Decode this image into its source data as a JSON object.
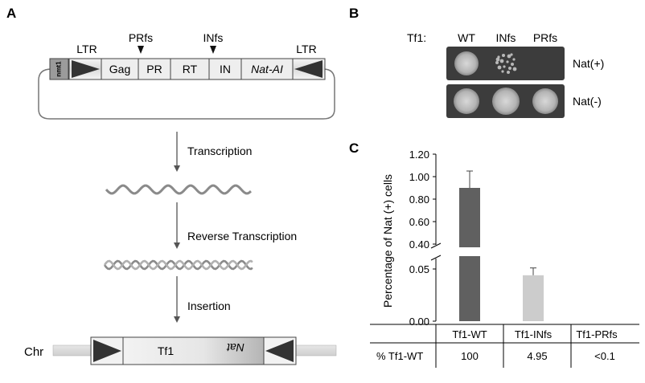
{
  "panelA": {
    "label": "A",
    "plasmid": {
      "promoter": "nmt1",
      "ltr_left": "LTR",
      "ltr_right": "LTR",
      "marker_prfs": "PRfs",
      "marker_infs": "INfs",
      "segments": [
        "Gag",
        "PR",
        "RT",
        "IN",
        "Nat-AI"
      ]
    },
    "steps": [
      "Transcription",
      "Reverse Transcription",
      "Insertion"
    ],
    "chromosome": {
      "label": "Chr",
      "tf1": "Tf1",
      "nat": "Nat"
    }
  },
  "panelB": {
    "label": "B",
    "strain_label": "Tf1:",
    "columns": [
      "WT",
      "INfs",
      "PRfs"
    ],
    "rows": [
      "Nat(+)",
      "Nat(-)"
    ]
  },
  "panelC": {
    "label": "C",
    "table_row_label": "% Tf1-WT",
    "table_values": [
      "100",
      "4.95",
      "<0.1"
    ]
  },
  "chart_data": {
    "type": "bar",
    "categories": [
      "Tf1-WT",
      "Tf1-INfs",
      "Tf1-PRfs"
    ],
    "values": [
      0.9,
      0.044,
      0.0
    ],
    "errors": [
      0.15,
      0.007,
      0.0
    ],
    "colors": [
      "#606060",
      "#cccccc",
      "#ffffff"
    ],
    "ylabel": "Percentage of Nat (+) cells",
    "broken_axis": true,
    "lower_range": [
      0,
      0.06
    ],
    "upper_range": [
      0.3,
      1.2
    ],
    "lower_ticks": [
      "0.00",
      "0.05"
    ],
    "upper_ticks": [
      "0.40",
      "0.60",
      "0.80",
      "1.00",
      "1.20"
    ],
    "lower_tick_values": [
      0,
      0.05
    ],
    "upper_tick_values": [
      0.4,
      0.6,
      0.8,
      1.0,
      1.2
    ]
  }
}
